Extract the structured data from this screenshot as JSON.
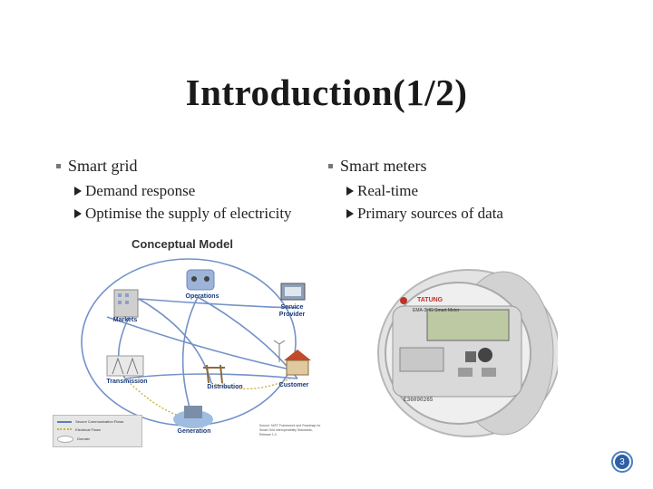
{
  "slide": {
    "title": "Introduction(1/2)",
    "page_number": "3"
  },
  "left_column": {
    "bullet": "Smart grid",
    "subitems": [
      "Demand response",
      "Optimise the supply of electricity"
    ]
  },
  "right_column": {
    "bullet": "Smart meters",
    "subitems": [
      "Real-time",
      "Primary sources of data"
    ]
  },
  "figure": {
    "title": "Conceptual Model",
    "nodes": [
      "Operations",
      "Service Provider",
      "Markets",
      "Transmission",
      "Distribution",
      "Customer",
      "Generation"
    ],
    "legend": [
      "Secure Communication Flows",
      "Electrical Flows",
      "Domain"
    ],
    "source": "Source: NIST Framework and Roadmap for Smart Grid Interoperability Standards, Release 1.0"
  },
  "meter": {
    "brand": "TATUNG",
    "model": "EMA-3HG Smart Meter",
    "serial": "E36090265",
    "colors": {
      "body": "#d9d9d9",
      "rim": "#a9a9a9",
      "display": "#bcc9a3"
    }
  }
}
